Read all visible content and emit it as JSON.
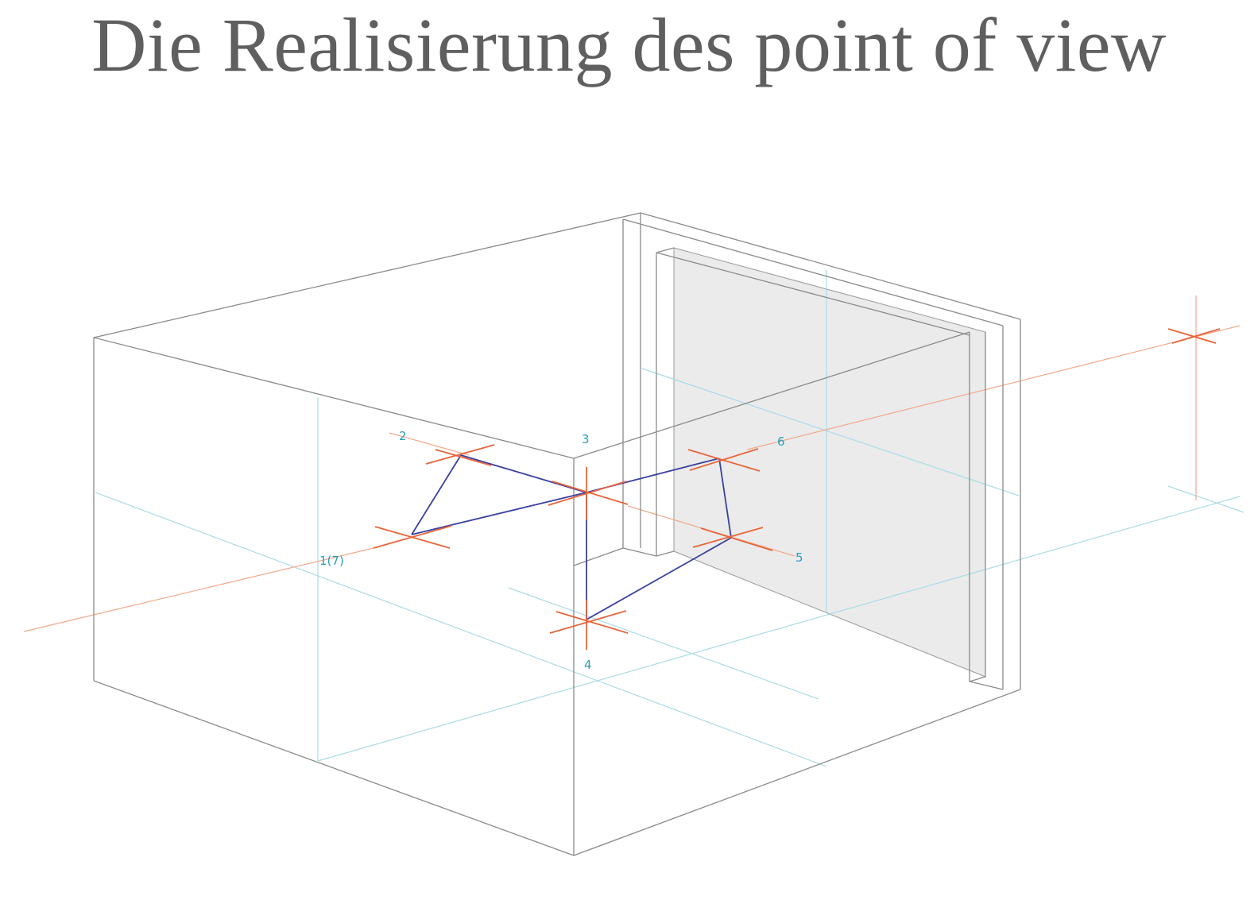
{
  "title": "Die Realisierung des point of view",
  "points": [
    {
      "id": "p1",
      "label": "1(7)"
    },
    {
      "id": "p2",
      "label": "2"
    },
    {
      "id": "p3",
      "label": "3"
    },
    {
      "id": "p4",
      "label": "4"
    },
    {
      "id": "p5",
      "label": "5"
    },
    {
      "id": "p6",
      "label": "6"
    }
  ],
  "colors": {
    "title": "#5f5f5f",
    "box_edges": "#8a8a8a",
    "guide_lines": "#a9dbe6",
    "markers": "#e8653a",
    "path": "#3a3fa0",
    "labels": "#2a9db8",
    "wall_panel": "#ebebeb"
  }
}
